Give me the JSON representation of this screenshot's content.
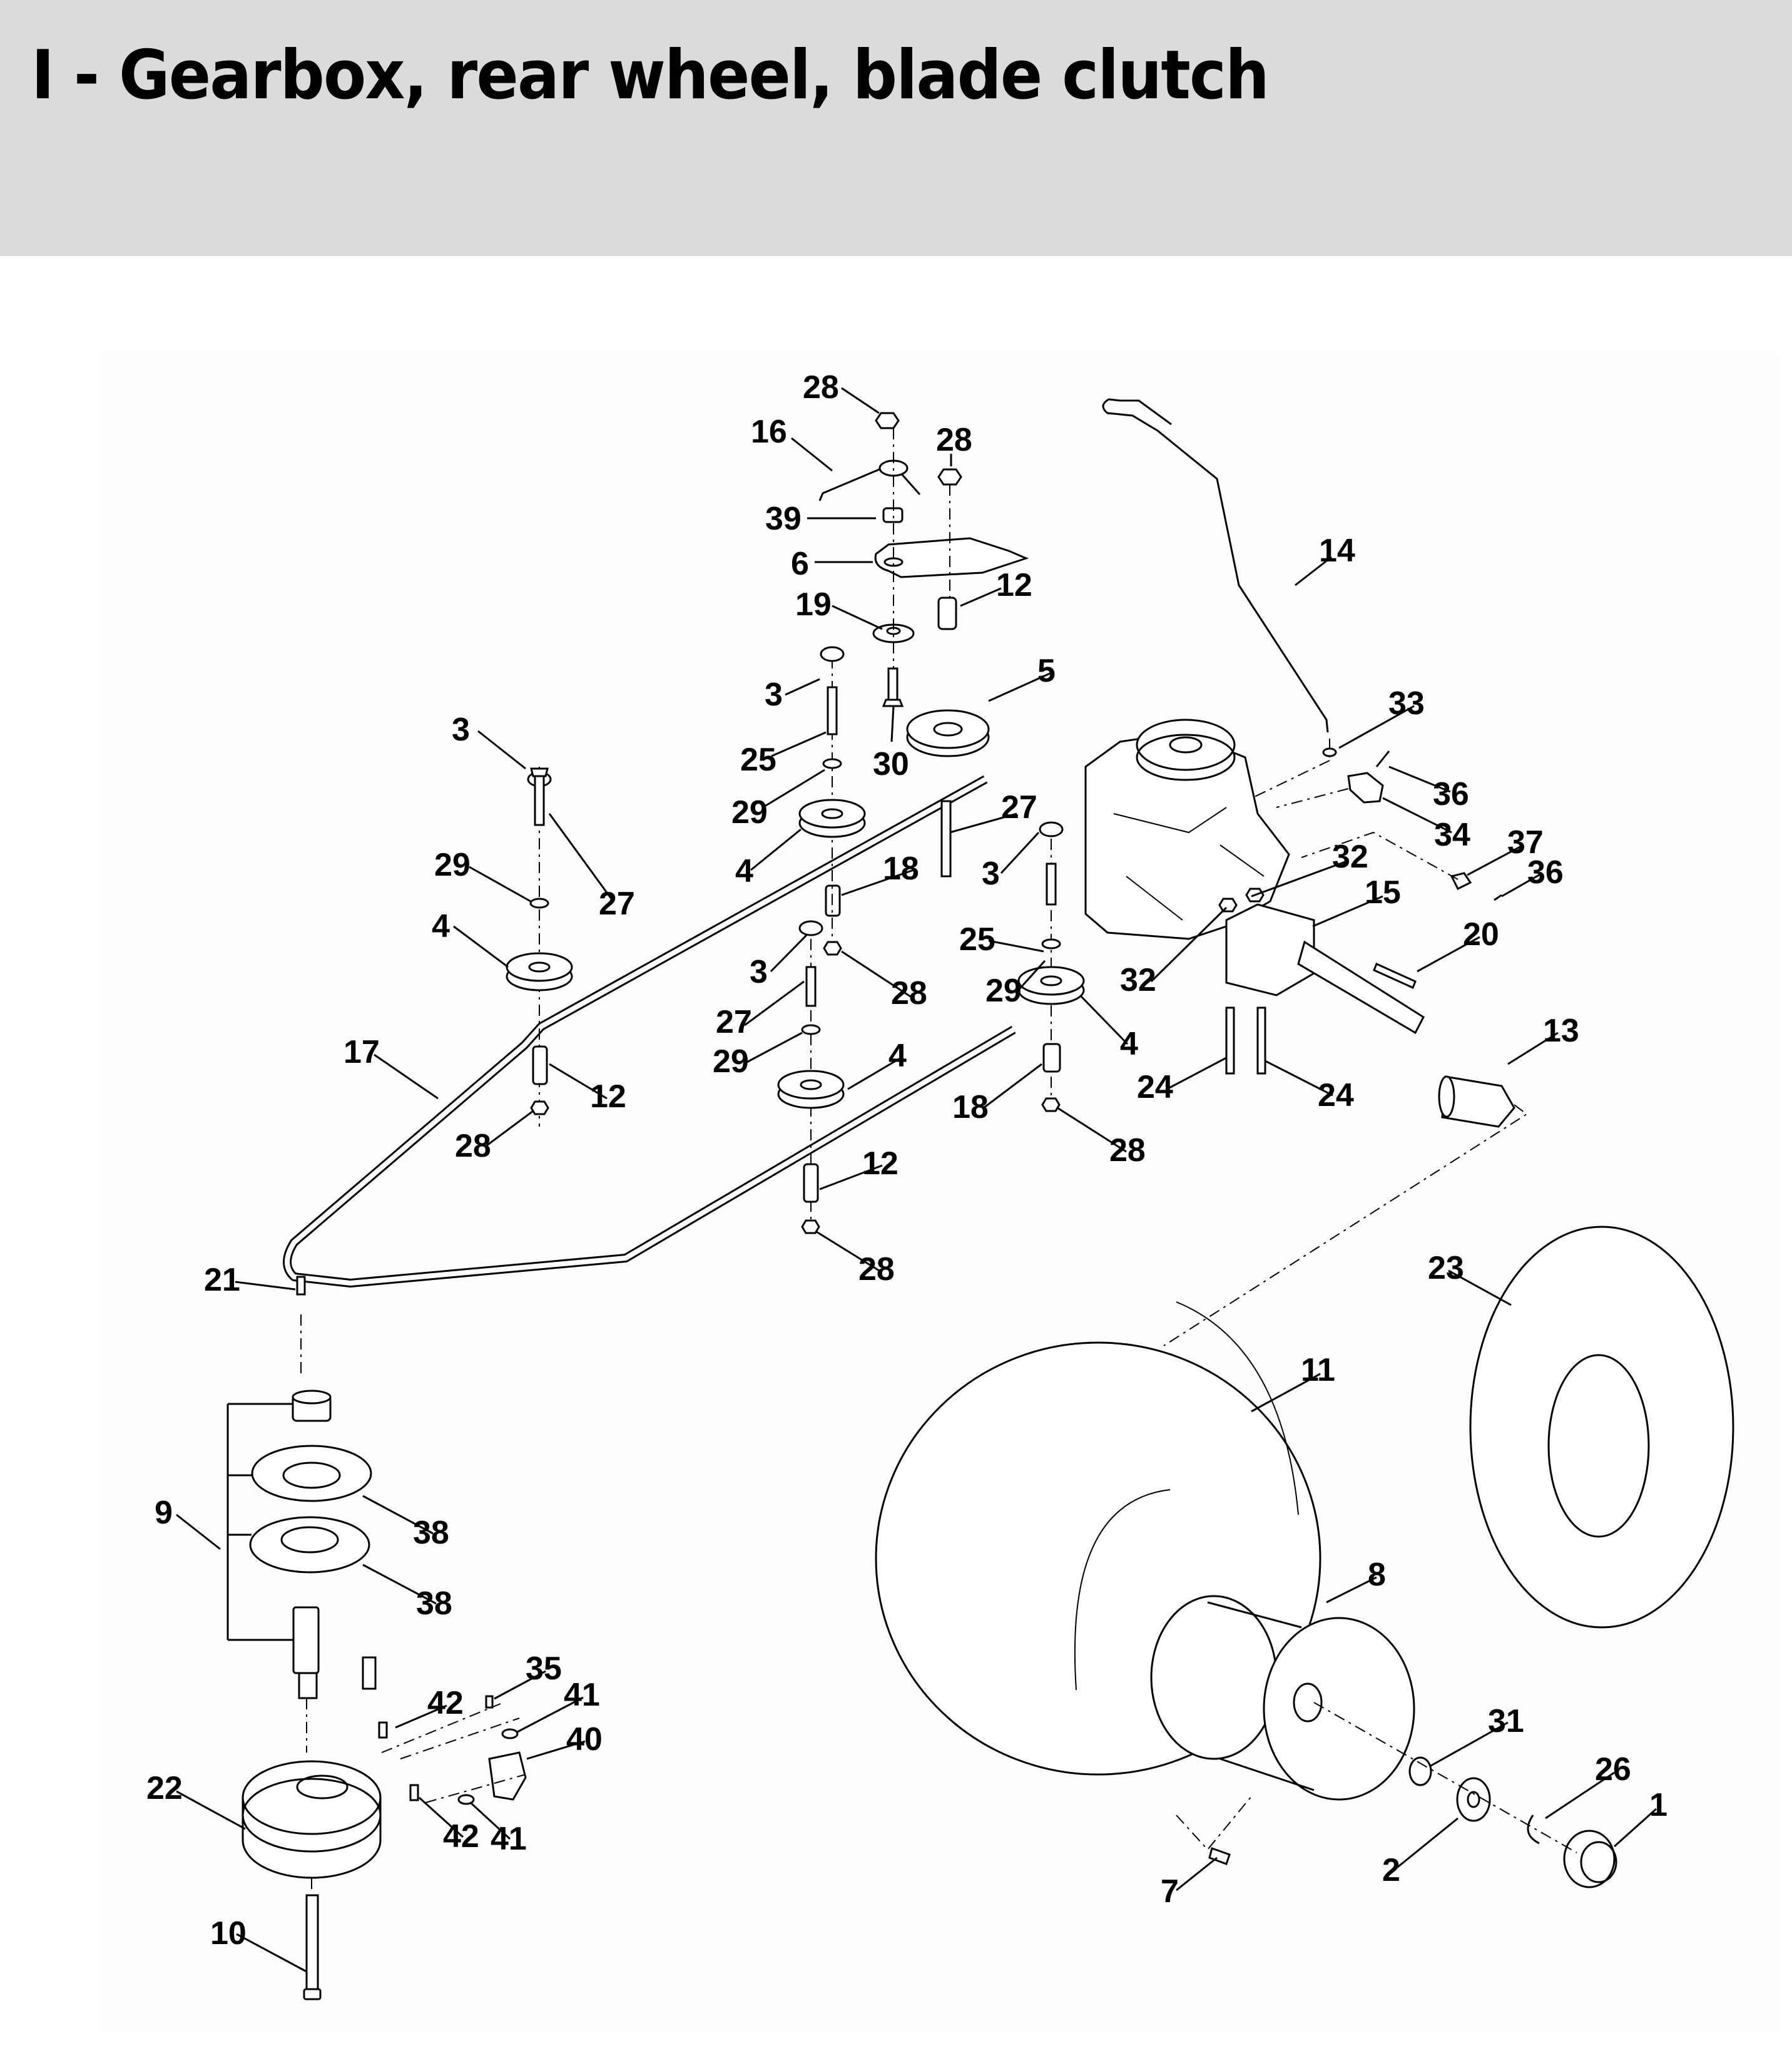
{
  "header": {
    "title": "I - Gearbox, rear wheel, blade clutch",
    "background_color": "#dadbda"
  },
  "diagram": {
    "description": "Exploded parts diagram: gearbox, rear wheel, blade clutch",
    "callouts": [
      {
        "id": "c28a",
        "label": "28"
      },
      {
        "id": "c16",
        "label": "16"
      },
      {
        "id": "c28b",
        "label": "28"
      },
      {
        "id": "c39",
        "label": "39"
      },
      {
        "id": "c6",
        "label": "6"
      },
      {
        "id": "c12a",
        "label": "12"
      },
      {
        "id": "c19",
        "label": "19"
      },
      {
        "id": "c14",
        "label": "14"
      },
      {
        "id": "c5",
        "label": "5"
      },
      {
        "id": "c3a",
        "label": "3"
      },
      {
        "id": "c33",
        "label": "33"
      },
      {
        "id": "c3b",
        "label": "3"
      },
      {
        "id": "c25a",
        "label": "25"
      },
      {
        "id": "c30",
        "label": "30"
      },
      {
        "id": "c36a",
        "label": "36"
      },
      {
        "id": "c29a",
        "label": "29"
      },
      {
        "id": "c27a",
        "label": "27"
      },
      {
        "id": "c34",
        "label": "34"
      },
      {
        "id": "c37",
        "label": "37"
      },
      {
        "id": "c32a",
        "label": "32"
      },
      {
        "id": "c36b",
        "label": "36"
      },
      {
        "id": "c29b",
        "label": "29"
      },
      {
        "id": "c4a",
        "label": "4"
      },
      {
        "id": "c3c",
        "label": "3"
      },
      {
        "id": "c18a",
        "label": "18"
      },
      {
        "id": "c15",
        "label": "15"
      },
      {
        "id": "c27b",
        "label": "27"
      },
      {
        "id": "c4b",
        "label": "4"
      },
      {
        "id": "c20",
        "label": "20"
      },
      {
        "id": "c25b",
        "label": "25"
      },
      {
        "id": "c3d",
        "label": "3"
      },
      {
        "id": "c32b",
        "label": "32"
      },
      {
        "id": "c29c",
        "label": "29"
      },
      {
        "id": "c28c",
        "label": "28"
      },
      {
        "id": "c27c",
        "label": "27"
      },
      {
        "id": "c13",
        "label": "13"
      },
      {
        "id": "c17",
        "label": "17"
      },
      {
        "id": "c4c",
        "label": "4"
      },
      {
        "id": "c4d",
        "label": "4"
      },
      {
        "id": "c29d",
        "label": "29"
      },
      {
        "id": "c24a",
        "label": "24"
      },
      {
        "id": "c24b",
        "label": "24"
      },
      {
        "id": "c12b",
        "label": "12"
      },
      {
        "id": "c18b",
        "label": "18"
      },
      {
        "id": "c28d",
        "label": "28"
      },
      {
        "id": "c28e",
        "label": "28"
      },
      {
        "id": "c12c",
        "label": "12"
      },
      {
        "id": "c28f",
        "label": "28"
      },
      {
        "id": "c23",
        "label": "23"
      },
      {
        "id": "c21",
        "label": "21"
      },
      {
        "id": "c11",
        "label": "11"
      },
      {
        "id": "c9",
        "label": "9"
      },
      {
        "id": "c38a",
        "label": "38"
      },
      {
        "id": "c8",
        "label": "8"
      },
      {
        "id": "c38b",
        "label": "38"
      },
      {
        "id": "c35",
        "label": "35"
      },
      {
        "id": "c41a",
        "label": "41"
      },
      {
        "id": "c42a",
        "label": "42"
      },
      {
        "id": "c31",
        "label": "31"
      },
      {
        "id": "c40",
        "label": "40"
      },
      {
        "id": "c26",
        "label": "26"
      },
      {
        "id": "c22",
        "label": "22"
      },
      {
        "id": "c1",
        "label": "1"
      },
      {
        "id": "c42b",
        "label": "42"
      },
      {
        "id": "c41b",
        "label": "41"
      },
      {
        "id": "c2",
        "label": "2"
      },
      {
        "id": "c7",
        "label": "7"
      },
      {
        "id": "c10",
        "label": "10"
      }
    ]
  }
}
